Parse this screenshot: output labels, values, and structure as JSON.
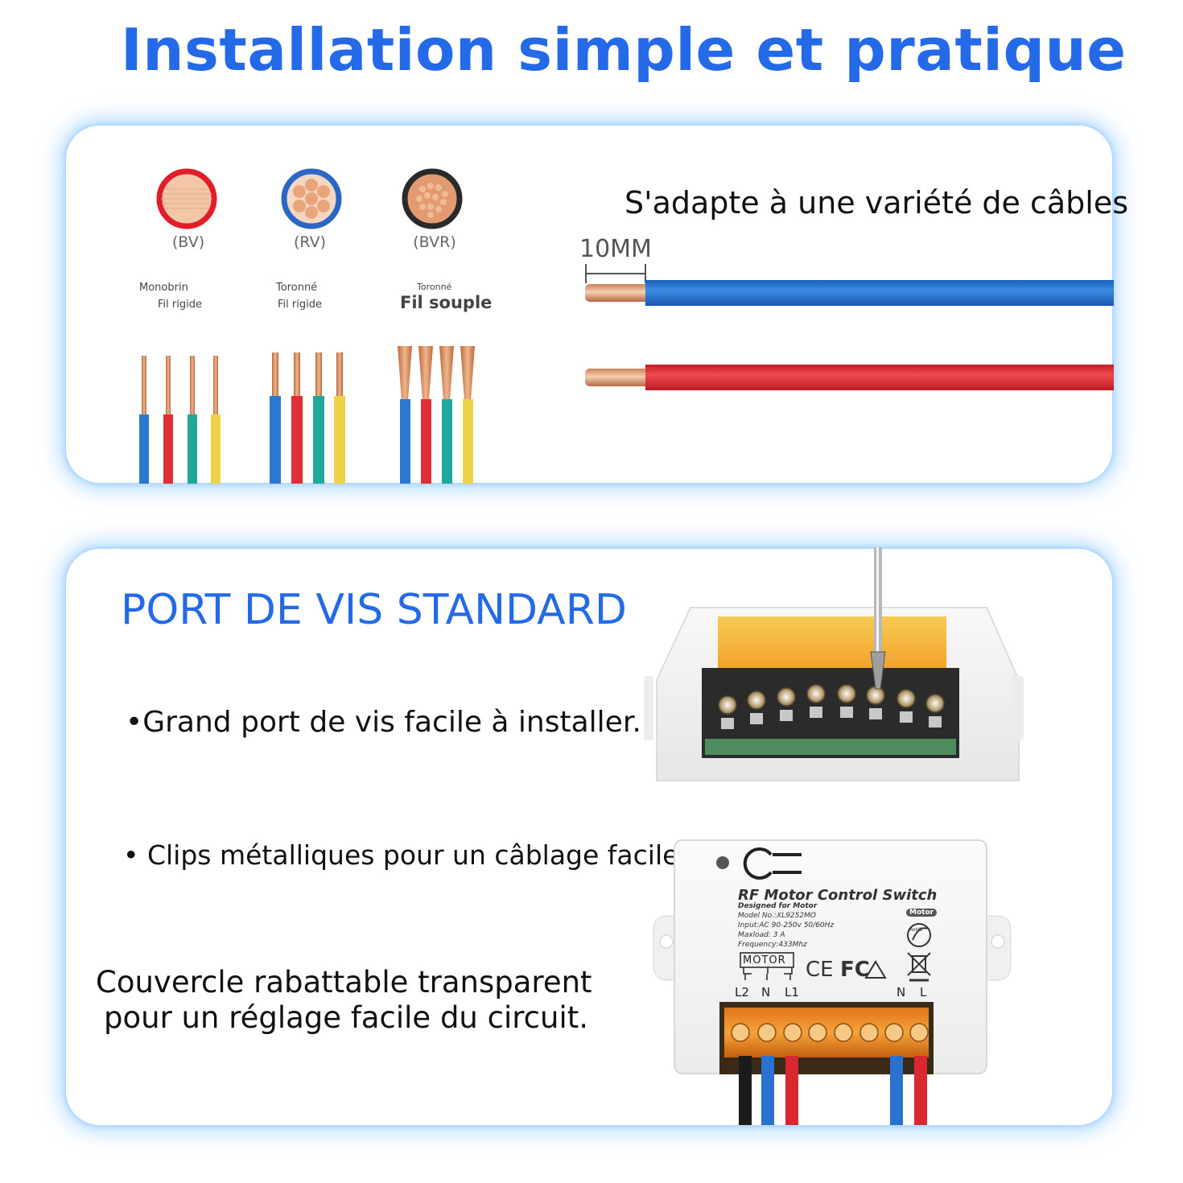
{
  "header": {
    "title": "Installation simple et pratique"
  },
  "cables_section": {
    "tagline": "S'adapte à une variété de câbles",
    "strip_length_label": "10MM",
    "wire_types": [
      {
        "code": "(BV)",
        "line1": "Monobrin",
        "line2": "Fil rigide"
      },
      {
        "code": "(RV)",
        "line1": "Toronné",
        "line2": "Fil rigide"
      },
      {
        "code": "(BVR)",
        "line1": "Toronné",
        "line2": "Fil souple"
      }
    ]
  },
  "screw_section": {
    "heading": "PORT DE VIS STANDARD",
    "features": [
      "•Grand port de vis facile à installer.",
      "• Clips métalliques pour un câblage facile.",
      "Couvercle rabattable transparent",
      "pour un réglage facile du circuit."
    ]
  },
  "device_label": {
    "title": "RF  Motor  Control Switch",
    "designed_for": "Designed for Motor",
    "model": "Model No.:XL9252MO",
    "input": "Input:AC 90-250v 50/60Hz",
    "maxload": "Maxload: 3 A",
    "frequency": "Frequency:433Mhz",
    "motor_badge": "Motor",
    "rohs": "RoHS",
    "motor_box": "MOTOR",
    "ce": "CE",
    "fc": "FC",
    "terminals_left": [
      "L2",
      "N",
      "L1"
    ],
    "terminals_right": [
      "N",
      "L"
    ]
  },
  "colors": {
    "accent_blue": "#2469e8",
    "wire_blue": "#2a78d2",
    "wire_red": "#df2e35",
    "wire_green": "#22a89a",
    "wire_yellow": "#f0d24a",
    "copper": "#d9946a",
    "glow": "#8cc6ff"
  },
  "icons": [
    "bv-cross-section-icon",
    "rv-cross-section-icon",
    "bvr-cross-section-icon",
    "screwdriver-icon",
    "recycle-icon",
    "weee-bin-icon",
    "rohs-leaf-icon",
    "remote-key-icon"
  ]
}
